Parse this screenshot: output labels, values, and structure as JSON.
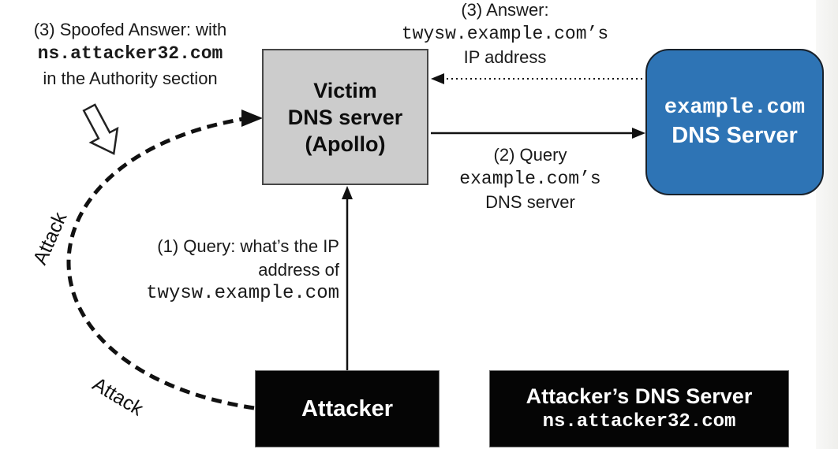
{
  "nodes": {
    "victim": {
      "lines": [
        "Victim",
        "DNS server",
        "(Apollo)"
      ]
    },
    "example_dns": {
      "name": "example.com",
      "label": "DNS Server"
    },
    "attacker": {
      "label": "Attacker"
    },
    "attacker_dns": {
      "title": "Attacker’s DNS Server",
      "hostname": "ns.attacker32.com"
    }
  },
  "labels": {
    "spoofed_answer": {
      "line1": "(3) Spoofed Answer: with",
      "host": "ns.attacker32.com",
      "line3": "in the Authority section"
    },
    "answer": {
      "line1": "(3) Answer:",
      "host": "twysw.example.com’s",
      "line3": "IP address"
    },
    "query2": {
      "line1": "(2) Query",
      "host": "example.com’s",
      "line3": "DNS server"
    },
    "query1": {
      "line1": "(1) Query: what’s the IP",
      "line2": "address of",
      "host": "twysw.example.com"
    },
    "attack_upper": "Attack",
    "attack_lower": "Attack"
  },
  "colors": {
    "example_dns_fill": "#2E74B5",
    "victim_fill": "#CCCCCC",
    "black_node_fill": "#050505",
    "arrow_stroke": "#111111",
    "background": "#FFFFFF",
    "right_strip": "#F1F1EF"
  }
}
